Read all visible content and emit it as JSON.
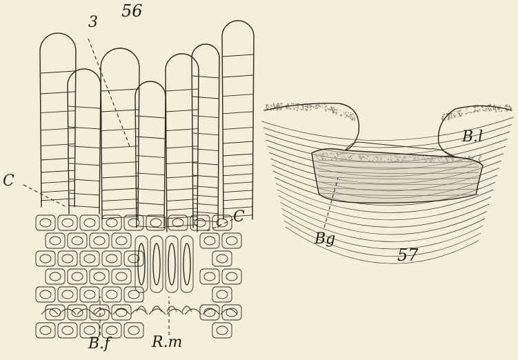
{
  "figures": [
    {
      "number": "56",
      "labels": {
        "three": "3",
        "c_left": "C",
        "c_right": "C",
        "bf": "B.f",
        "rm": "R.m"
      }
    },
    {
      "number": "57",
      "labels": {
        "bl": "B.l",
        "bg": "Bg"
      }
    }
  ],
  "colors": {
    "paper": "#f4efd9",
    "ink": "#2a2620",
    "stipple": "#8c8577"
  }
}
